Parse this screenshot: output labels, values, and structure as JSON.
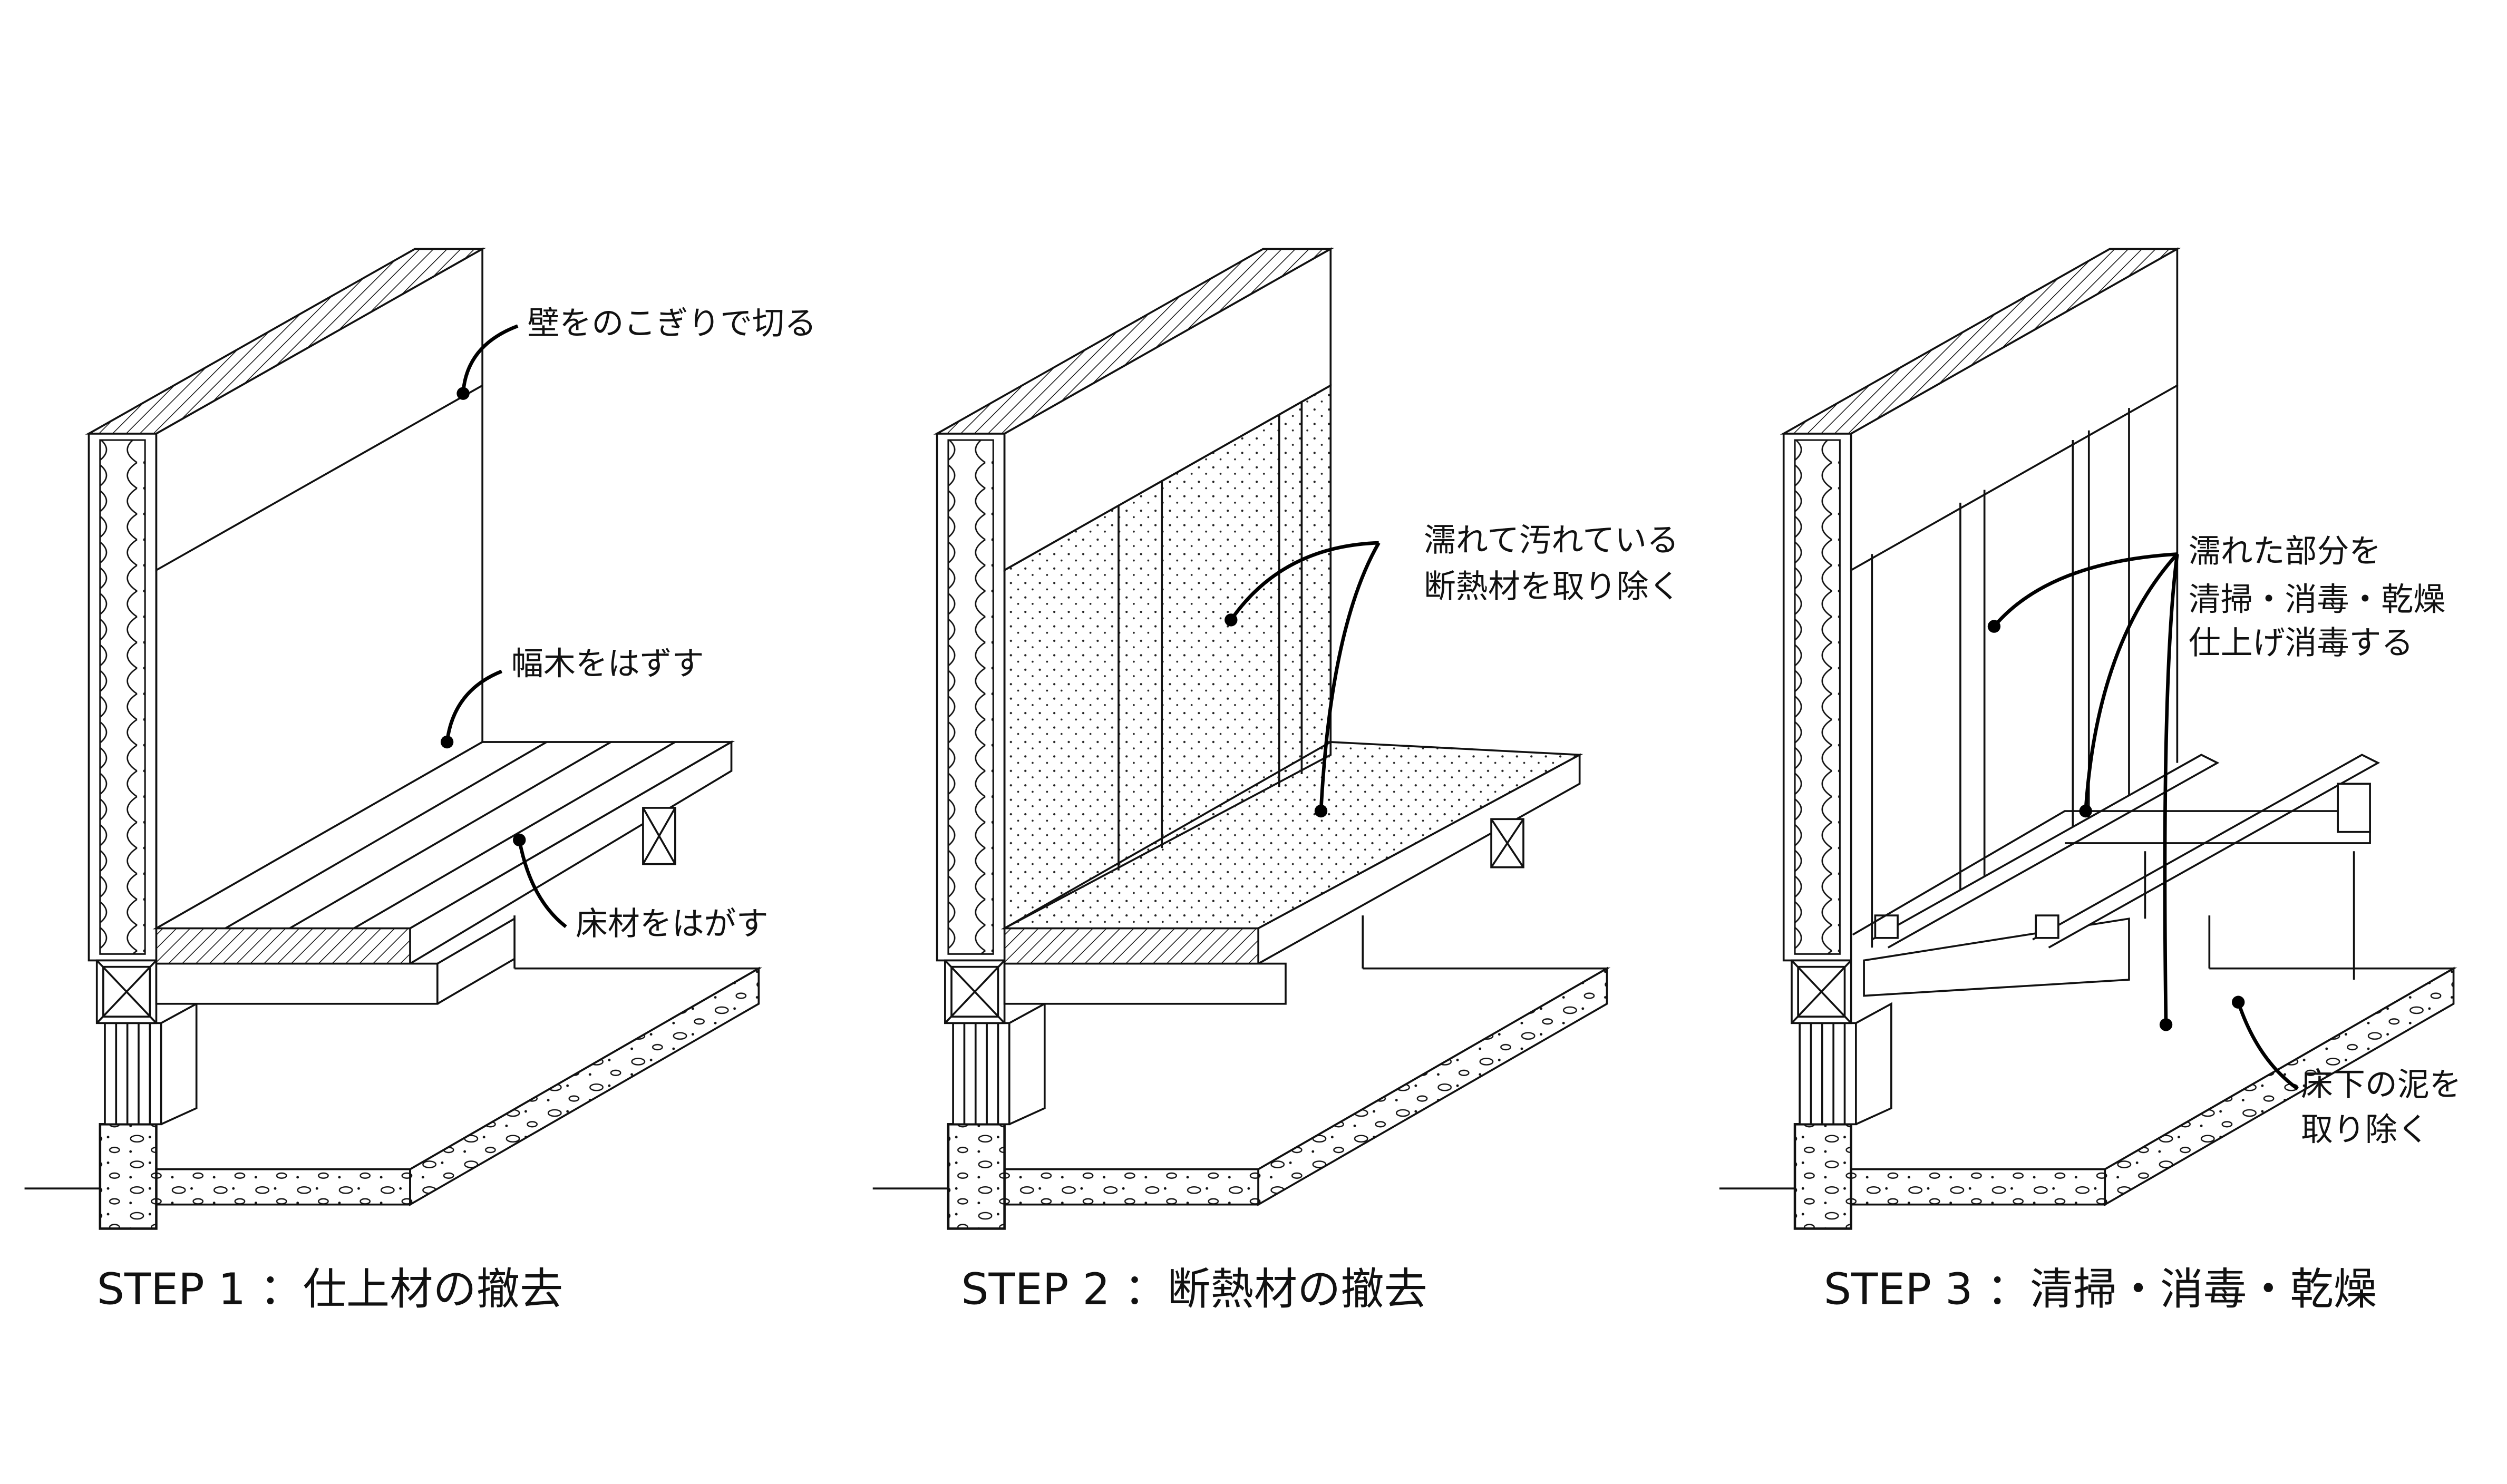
{
  "panels": [
    {
      "title": "STEP 1 ：仕上材の撤去",
      "callouts": [
        "壁をのこぎりで切る",
        "幅木をはずす",
        "床材をはがす"
      ]
    },
    {
      "title": "STEP 2 ：断熱材の撤去",
      "callouts": [
        "濡れて汚れている",
        "断熱材を取り除く"
      ]
    },
    {
      "title": "STEP 3 ：清掃・消毒・乾燥",
      "callouts": [
        "濡れた部分を",
        "清掃・消毒・乾燥",
        "仕上げ消毒する",
        "床下の泥を",
        "取り除く"
      ]
    }
  ]
}
